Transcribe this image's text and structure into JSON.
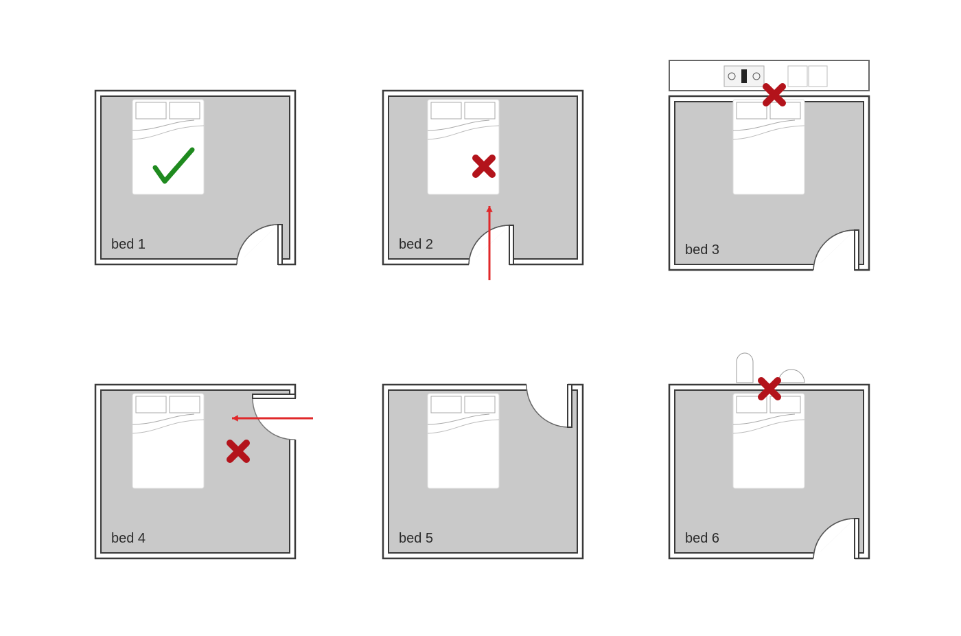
{
  "rooms": [
    {
      "label": "bed 1",
      "verdict": "good",
      "issue": "none"
    },
    {
      "label": "bed 2",
      "verdict": "bad",
      "issue": "bed-faces-door"
    },
    {
      "label": "bed 3",
      "verdict": "bad",
      "issue": "headboard-against-kitchen-wall"
    },
    {
      "label": "bed 4",
      "verdict": "bad",
      "issue": "bed-in-line-with-door"
    },
    {
      "label": "bed 5",
      "verdict": "neutral",
      "issue": "none"
    },
    {
      "label": "bed 6",
      "verdict": "bad",
      "issue": "headboard-against-bathroom-wall"
    }
  ],
  "colors": {
    "floor": "#c9c9c9",
    "wall": "#3a3a3a",
    "check": "#1f8a1f",
    "cross": "#b3131b",
    "arrow": "#e0282a"
  },
  "icons": {
    "good": "check-mark-icon",
    "bad": "cross-mark-icon"
  }
}
